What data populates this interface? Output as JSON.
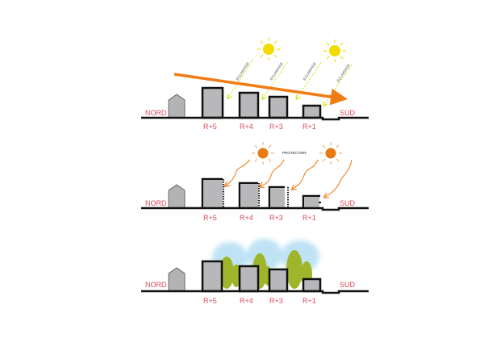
{
  "labels": {
    "north": "NORD",
    "south": "SUD"
  },
  "levels": [
    "R+5",
    "R+4",
    "R+3",
    "R+1"
  ],
  "panel1": {
    "ray_label": "ECLAIRAGE"
  },
  "panel2": {
    "protection_label": "PROTECTION"
  },
  "colors": {
    "sun_yellow": "#f2dc00",
    "sun_orange": "#e87a10",
    "arrow_orange": "#f07c14",
    "ray_yellow": "#d4e020",
    "tree_green": "#9fb52a",
    "glow_blue": "#bfe3f5",
    "building_gray": "#b8b8ba",
    "label_red": "#d94a5a"
  }
}
